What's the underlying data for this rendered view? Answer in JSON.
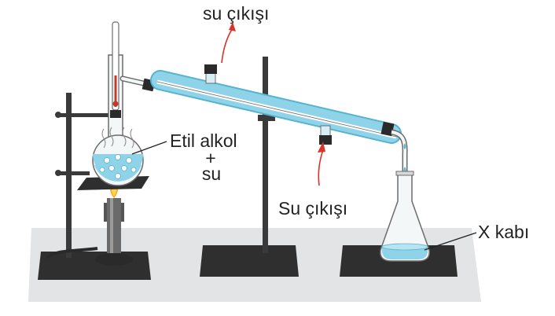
{
  "labels": {
    "top_outlet": "su çıkışı",
    "bottom_outlet": "Su çıkışı",
    "flask_line1": "Etil alkol",
    "flask_plus": "+",
    "flask_line2": "su",
    "receiver": "X kabı"
  },
  "colors": {
    "water": "#8fd3e8",
    "water_dark": "#56b3d0",
    "metal": "#3a3a3a",
    "base": "#2f2f2f",
    "table": "#e3e4e5",
    "arrow": "#d9342b",
    "flame": "#f5a623"
  }
}
